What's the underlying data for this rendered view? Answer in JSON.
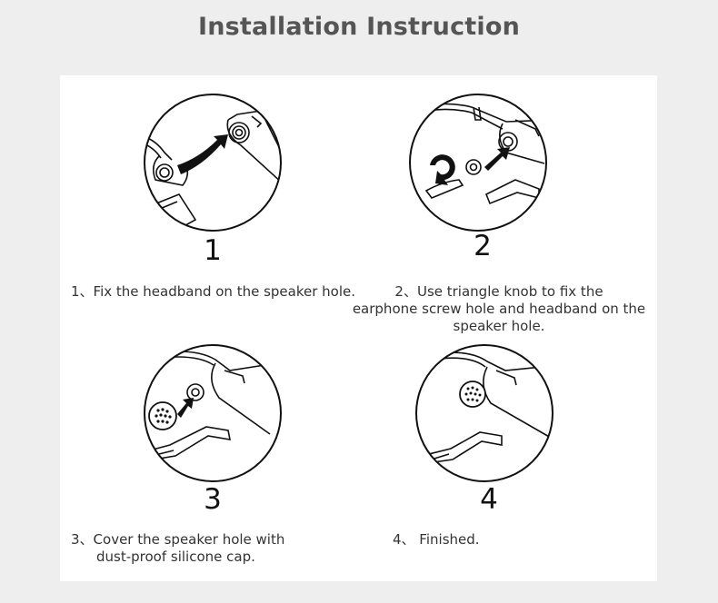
{
  "title": "Installation Instruction",
  "steps": [
    {
      "number": "1",
      "line1": "1、Fix the headband on the speaker hole.",
      "line2": "",
      "line3": ""
    },
    {
      "number": "2",
      "line1": "2、Use triangle knob to fix the",
      "line2": "earphone screw hole and headband on the",
      "line3": "speaker hole."
    },
    {
      "number": "3",
      "line1": "3、Cover the speaker hole with",
      "line2": "dust-proof silicone cap.",
      "line3": ""
    },
    {
      "number": "4",
      "line1": "4、 Finished.",
      "line2": "",
      "line3": ""
    }
  ],
  "colors": {
    "background": "#eeeeee",
    "panel": "#ffffff",
    "title": "#555555",
    "ink": "#111111"
  }
}
